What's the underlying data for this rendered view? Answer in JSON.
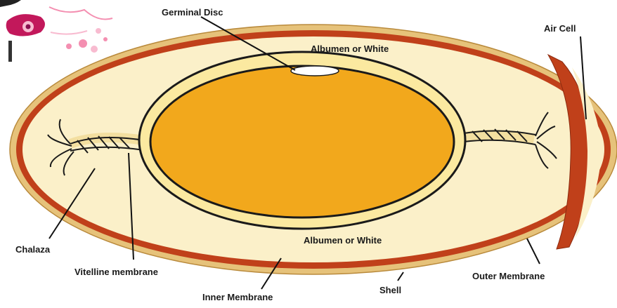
{
  "labels": {
    "germinal_disc": "Germinal Disc",
    "air_cell": "Air Cell",
    "albumen_top": "Albumen or White",
    "albumen_bottom": "Albumen or White",
    "chalaza": "Chalaza",
    "vitelline_membrane": "Vitelline membrane",
    "inner_membrane": "Inner Membrane",
    "shell": "Shell",
    "outer_membrane": "Outer Membrane"
  },
  "colors": {
    "shell": "#e6c27a",
    "outer_membrane": "#c0401a",
    "albumen": "#fbf0c9",
    "vitelline": "#fbe9a0",
    "yolk": "#f2a81c",
    "outline": "#1a1a1a",
    "germinal_disc": "#ffffff"
  },
  "decoration": {
    "corner_ornament": "pink-flower-ornament"
  }
}
